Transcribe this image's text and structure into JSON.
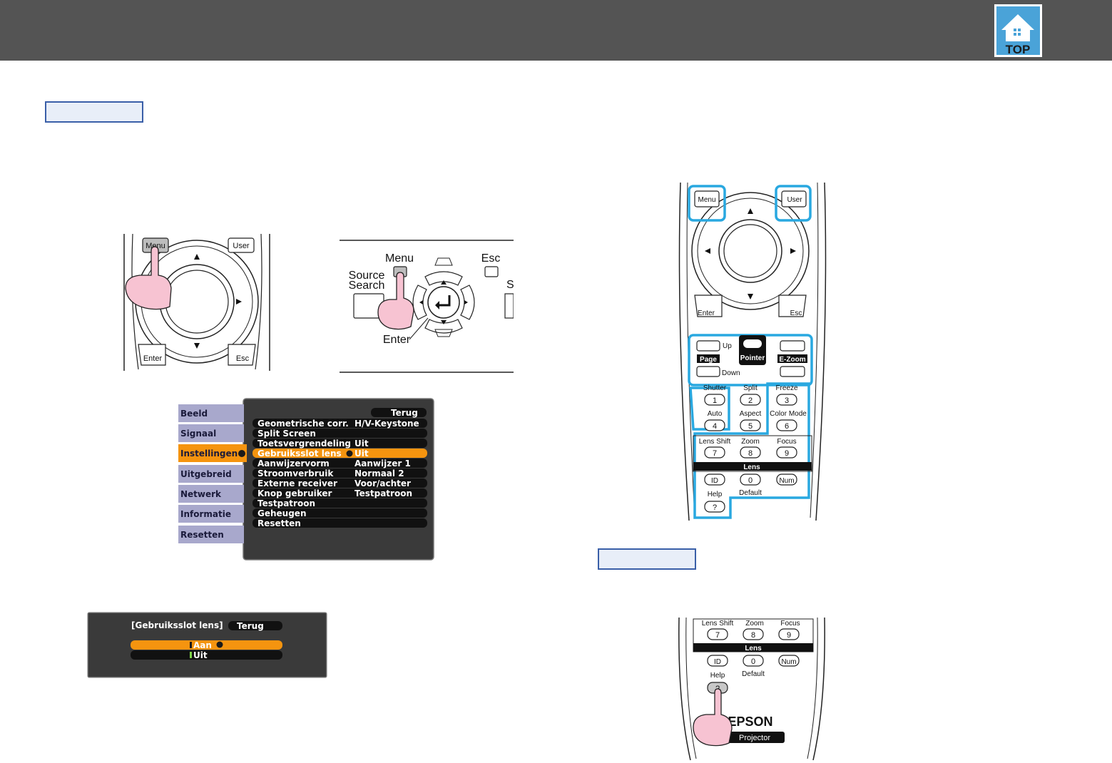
{
  "header": {
    "top_label": "TOP"
  },
  "remote_main": {
    "menu": "Menu",
    "user": "User",
    "enter": "Enter",
    "esc": "Esc",
    "page": "Page",
    "up": "Up",
    "down": "Down",
    "pointer": "Pointer",
    "ezoom": "E-Zoom",
    "shutter": "Shutter",
    "split": "Split",
    "freeze": "Freeze",
    "auto": "Auto",
    "aspect": "Aspect",
    "color_mode": "Color Mode",
    "lens_shift": "Lens Shift",
    "zoom": "Zoom",
    "focus": "Focus",
    "lens": "Lens",
    "id": "ID",
    "num": "Num",
    "help": "Help",
    "default": "Default",
    "help_key": "?",
    "n1": "1",
    "n2": "2",
    "n3": "3",
    "n4": "4",
    "n5": "5",
    "n6": "6",
    "n7": "7",
    "n8": "8",
    "n9": "9",
    "n0": "0"
  },
  "control_panel": {
    "menu": "Menu",
    "esc": "Esc",
    "source": "Source",
    "search": "Search",
    "enter": "Enter",
    "sh": "Sh"
  },
  "osd_menu": {
    "back": "Terug",
    "sidebar": [
      "Beeld",
      "Signaal",
      "Instellingen",
      "Uitgebreid",
      "Netwerk",
      "Informatie",
      "Resetten"
    ],
    "items": [
      {
        "label": "Geometrische corr.",
        "value": "H/V-Keystone"
      },
      {
        "label": "Split Screen",
        "value": ""
      },
      {
        "label": "Toetsvergrendeling",
        "value": "Uit"
      },
      {
        "label": "Gebruiksslot lens",
        "value": "Uit"
      },
      {
        "label": "Aanwijzervorm",
        "value": "Aanwijzer 1"
      },
      {
        "label": "Stroomverbruik",
        "value": "Normaal 2"
      },
      {
        "label": "Externe receiver",
        "value": "Voor/achter"
      },
      {
        "label": "Knop gebruiker",
        "value": "Testpatroon"
      },
      {
        "label": "Testpatroon",
        "value": ""
      },
      {
        "label": "Geheugen",
        "value": ""
      },
      {
        "label": "Resetten",
        "value": ""
      }
    ]
  },
  "lens_lock_dialog": {
    "title": "[Gebruiksslot lens]",
    "back": "Terug",
    "opt_on": "Aan",
    "opt_off": "Uit"
  },
  "remote_bottom": {
    "lens_shift": "Lens Shift",
    "zoom": "Zoom",
    "focus": "Focus",
    "lens": "Lens",
    "id": "ID",
    "num": "Num",
    "help": "Help",
    "default": "Default",
    "help_key": "?",
    "n7": "7",
    "n8": "8",
    "n9": "9",
    "n0": "0",
    "brand": "EPSON",
    "product": "Projector"
  },
  "colors": {
    "header": "#545454",
    "highlight": "#29a8e0",
    "selection": "#f5940f",
    "finger": "#f7c3d2"
  }
}
